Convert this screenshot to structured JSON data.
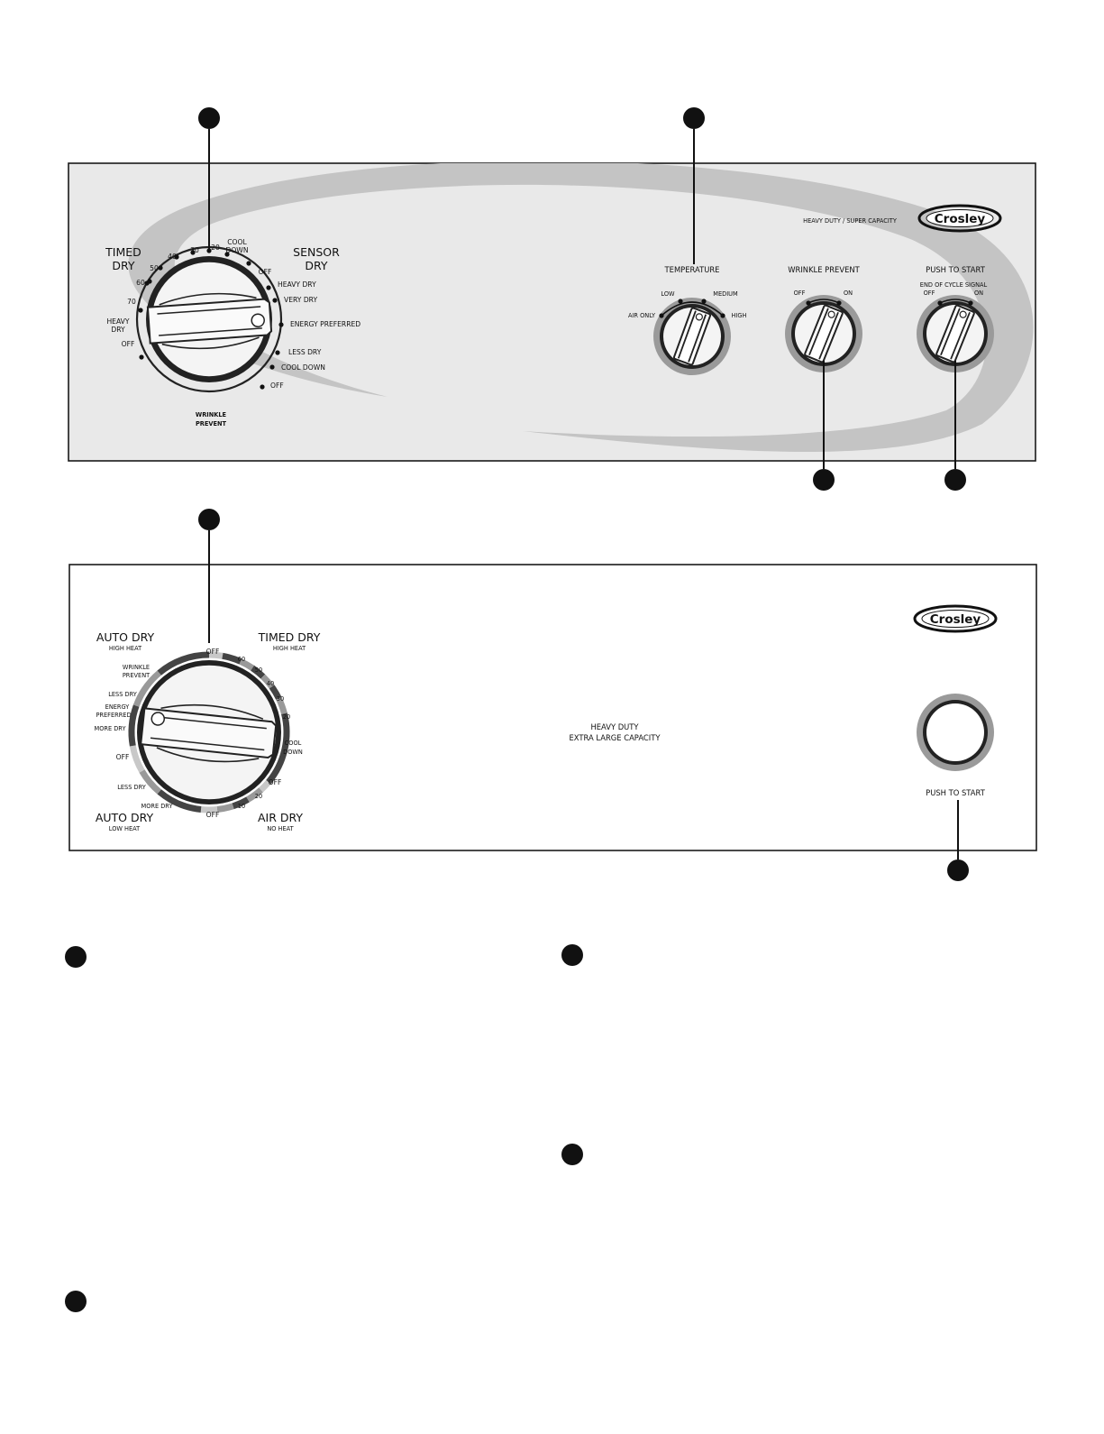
{
  "panel_top": {
    "brand": "Crosley",
    "tagline": "HEAVY DUTY / SUPER CAPACITY",
    "cycle_dial": {
      "timed_title_1": "TIMED",
      "timed_title_2": "DRY",
      "sensor_title_1": "SENSOR",
      "sensor_title_2": "DRY",
      "timed_marks": [
        "20",
        "30",
        "40",
        "50",
        "60",
        "70"
      ],
      "heavy_dry_1": "HEAVY",
      "heavy_dry_2": "DRY",
      "off_left": "OFF",
      "cool_down_1": "COOL",
      "cool_down_2": "DOWN",
      "off_top_right": "OFF",
      "sensor_options": [
        "HEAVY DRY",
        "VERY DRY",
        "ENERGY PREFERRED",
        "LESS DRY",
        "COOL DOWN"
      ],
      "off_bottom_right": "OFF",
      "wrinkle_prevent_1": "WRINKLE",
      "wrinkle_prevent_2": "PREVENT"
    },
    "temperature": {
      "title": "TEMPERATURE",
      "options": [
        "AIR ONLY",
        "LOW",
        "MEDIUM",
        "HIGH"
      ]
    },
    "wrinkle_prevent": {
      "title": "WRINKLE PREVENT",
      "off": "OFF",
      "on": "ON"
    },
    "push_to_start": {
      "title": "PUSH TO START",
      "signal": "END OF CYCLE SIGNAL",
      "off": "OFF",
      "on": "ON"
    }
  },
  "panel_bottom": {
    "brand": "Crosley",
    "capacity_1": "HEAVY DUTY",
    "capacity_2": "EXTRA LARGE CAPACITY",
    "push_to_start": "PUSH TO START",
    "cycle_dial": {
      "auto_high_title": "AUTO DRY",
      "auto_high_sub": "HIGH HEAT",
      "timed_title": "TIMED DRY",
      "timed_sub": "HIGH HEAT",
      "auto_low_title": "AUTO DRY",
      "auto_low_sub": "LOW HEAT",
      "air_title": "AIR DRY",
      "air_sub": "NO HEAT",
      "off_top": "OFF",
      "timed_marks": [
        "60",
        "50",
        "40",
        "30",
        "20"
      ],
      "cool_down_1": "COOL",
      "cool_down_2": "DOWN",
      "off_right": "OFF",
      "air_marks": [
        "20",
        "10"
      ],
      "off_bottom": "OFF",
      "more_dry_bottom": "MORE DRY",
      "less_dry_bottom": "LESS DRY",
      "off_left": "OFF",
      "more_dry_top": "MORE DRY",
      "energy_preferred_1": "ENERGY",
      "energy_preferred_2": "PREFERRED",
      "less_dry_top": "LESS DRY",
      "wrinkle_prevent_1": "WRINKLE",
      "wrinkle_prevent_2": "PREVENT"
    }
  },
  "colors": {
    "panel_fill": "#e9e9e9",
    "swoosh": "#bdbdbd",
    "knob_ring": "#9a9a9a",
    "callout": "#111111"
  }
}
